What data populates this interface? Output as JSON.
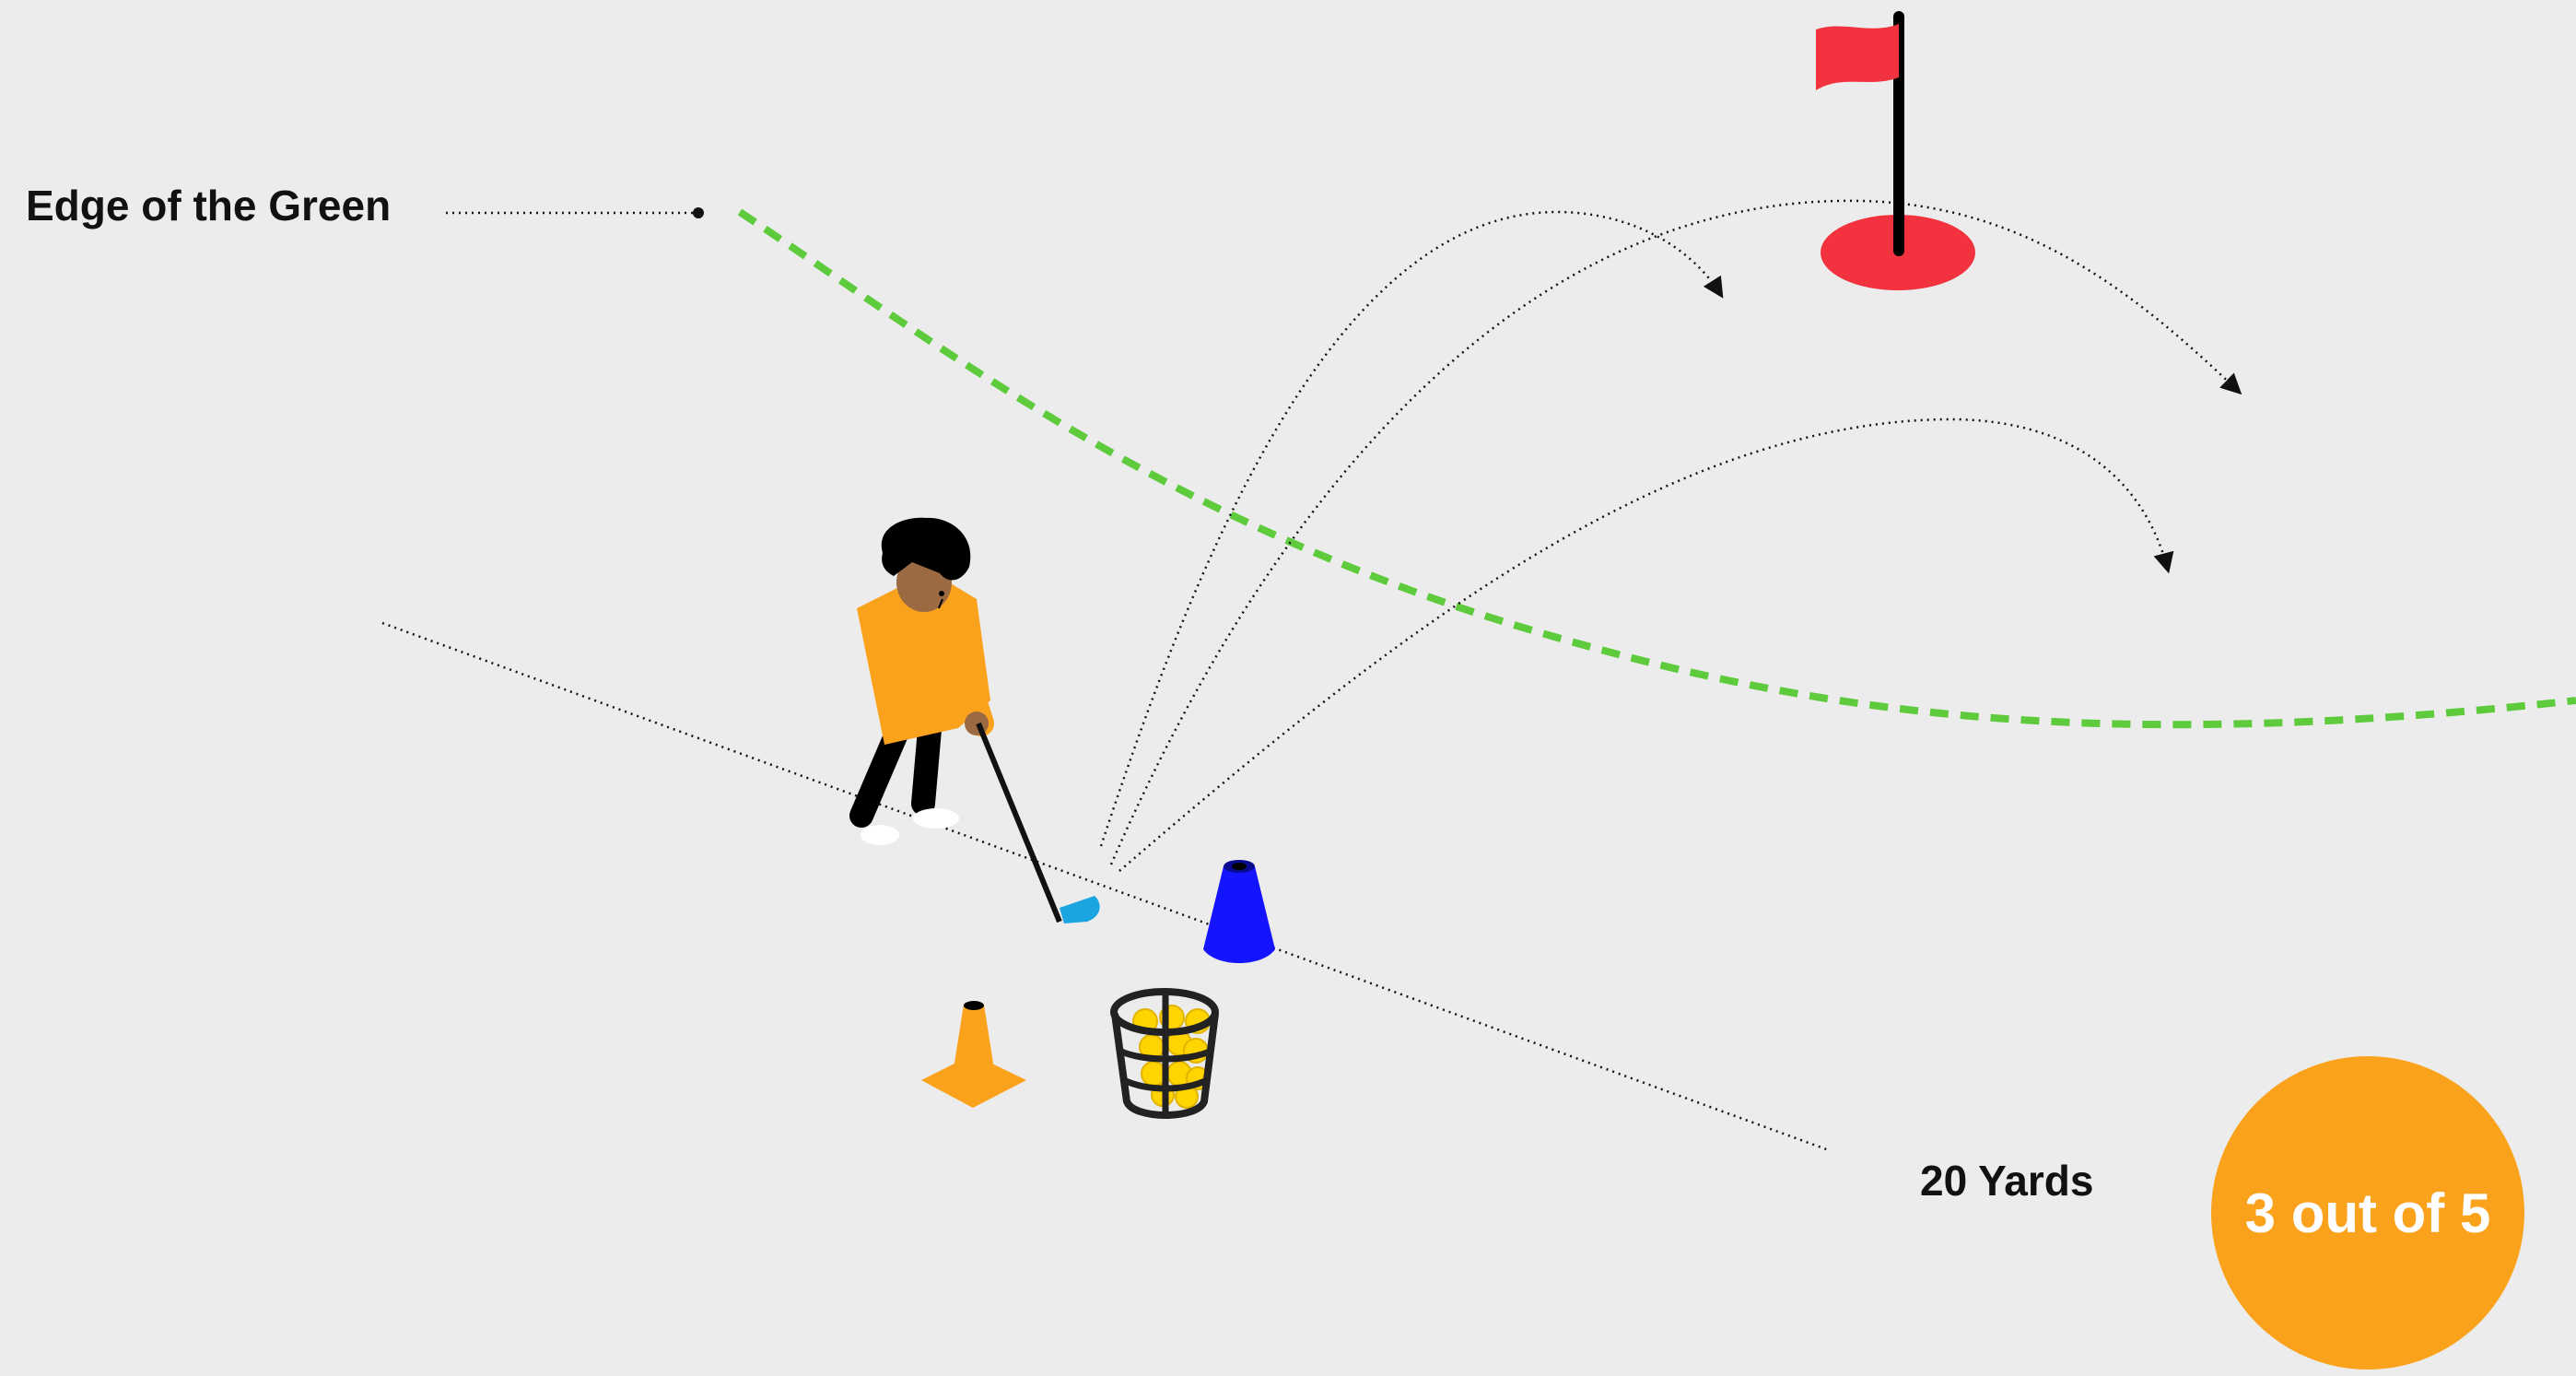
{
  "labels": {
    "edge_of_green": "Edge of the Green",
    "distance": "20 Yards"
  },
  "score": {
    "text": "3 out of 5",
    "made": 3,
    "total": 5
  },
  "colors": {
    "background": "#ececec",
    "green_edge": "#5ecb3c",
    "flag": "#f2333f",
    "shirt": "#fba21c",
    "skin": "#9b6a42",
    "blue_cone": "#1414ff",
    "orange_cone": "#fba21c",
    "ball_yellow": "#ffd400",
    "club_head": "#1ba5e0",
    "score_badge": "#fba21c"
  },
  "icons": [
    "golfer",
    "flag-pin",
    "blue-cone",
    "orange-cone",
    "ball-basket",
    "golf-club"
  ]
}
